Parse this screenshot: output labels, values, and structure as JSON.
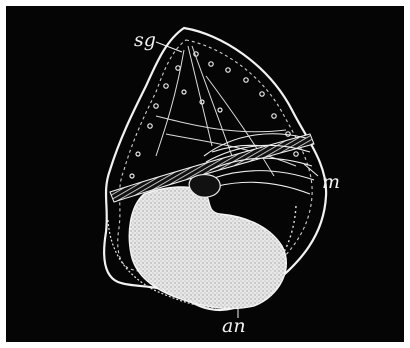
{
  "figure": {
    "labels": {
      "sg": "sg",
      "m": "m",
      "an": "an"
    },
    "colors": {
      "background": "#050505",
      "ink": "#f2f2f2",
      "mass_fill": "#dcdcdc"
    }
  }
}
